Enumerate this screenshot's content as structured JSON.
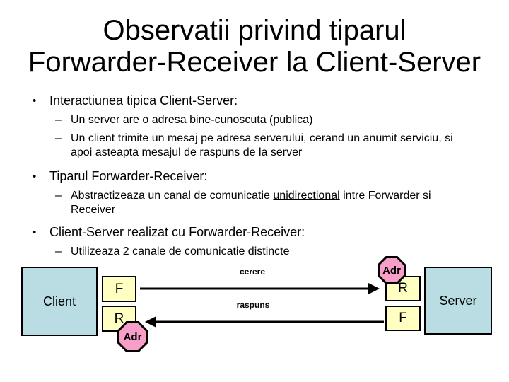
{
  "slide": {
    "title_line1": "Observatii privind tiparul",
    "title_line2": "Forwarder-Receiver la Client-Server"
  },
  "bullet_glyphs": {
    "level1": "•",
    "level2": "–"
  },
  "bullets": {
    "b1": {
      "label": "Interactiunea tipica Client-Server:",
      "sub1": "Un server are o adresa bine-cunoscuta (publica)",
      "sub2": "Un client trimite un mesaj pe adresa serverului, cerand un anumit serviciu, si apoi asteapta mesajul de raspuns de la server"
    },
    "b2": {
      "label": "Tiparul Forwarder-Receiver:",
      "sub1_pre": "Abstractizeaza un canal  de comunicatie ",
      "sub1_underlined": "unidirectional",
      "sub1_post": " intre Forwarder si Receiver"
    },
    "b3": {
      "label": "Client-Server realizat cu Forwarder-Receiver:",
      "sub1": "Utilizeaza 2 canale de comunicatie distincte"
    }
  },
  "diagram": {
    "client_label": "Client",
    "server_label": "Server",
    "client_forwarder_label": "F",
    "client_receiver_label": "R",
    "server_receiver_label": "R",
    "server_forwarder_label": "F",
    "client_address_badge": "Adr",
    "server_address_badge": "Adr",
    "request_arrow_label": "cerere",
    "response_arrow_label": "raspuns",
    "colors": {
      "process_box_fill": "#b9dde3",
      "fr_box_fill": "#ffffc2",
      "address_badge_fill": "#f79fc8",
      "arrow_color": "#000000"
    }
  }
}
